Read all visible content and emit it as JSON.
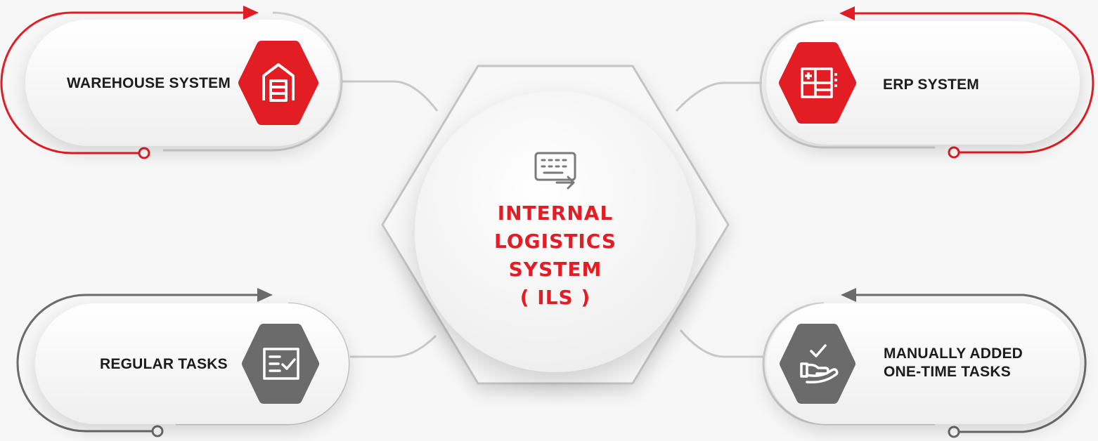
{
  "center": {
    "title_lines": [
      "INTERNAL",
      "LOGISTICS",
      "SYSTEM",
      "( ILS )"
    ],
    "icon": "keyboard-input-icon"
  },
  "modules": {
    "warehouse": {
      "label": "WAREHOUSE SYSTEM",
      "icon": "warehouse-garage-icon"
    },
    "erp": {
      "label": "ERP SYSTEM",
      "icon": "erp-dashboard-icon"
    },
    "regular": {
      "label": "REGULAR TASKS",
      "icon": "checklist-icon"
    },
    "manual": {
      "label_lines": [
        "MANUALLY ADDED",
        "ONE-TIME TASKS"
      ],
      "icon": "hand-check-icon"
    }
  },
  "colors": {
    "accent": "#e21d23",
    "neutral": "#6b6b6b",
    "text": "#1c1c1c",
    "background": "#f7f7f7"
  }
}
